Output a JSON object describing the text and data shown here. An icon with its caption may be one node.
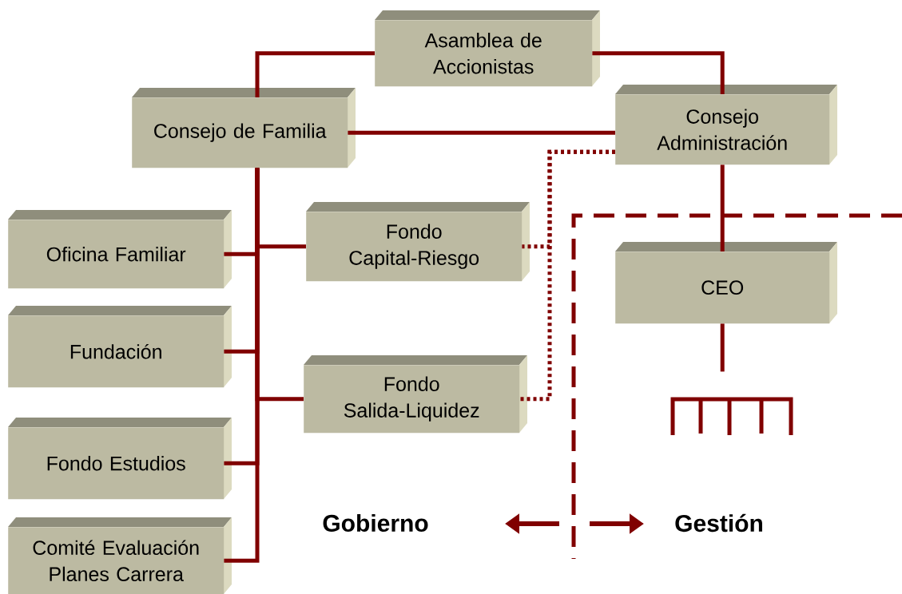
{
  "diagram": {
    "nodes": [
      {
        "text": [
          "Asamblea de Accionistas"
        ]
      },
      {
        "text": [
          "Consejo de Familia"
        ]
      },
      {
        "text": [
          "Consejo Administración"
        ]
      },
      {
        "text": [
          "Oficina Familiar"
        ]
      },
      {
        "text": [
          "Fondo Capital-Riesgo"
        ]
      },
      {
        "text": [
          "Fundación"
        ]
      },
      {
        "text": [
          "Fondo Salida-Liquidez"
        ]
      },
      {
        "text": [
          "Fondo Estudios"
        ]
      },
      {
        "text": [
          "Comité Evaluación Planes Carrera"
        ]
      },
      {
        "text": [
          "CEO"
        ]
      }
    ],
    "edges": [
      {
        "from": 0,
        "to": 1,
        "arrow": "none"
      },
      {
        "from": 0,
        "to": 2,
        "arrow": "none"
      },
      {
        "from": 1,
        "to": 2,
        "arrow": "none"
      },
      {
        "from": 1,
        "to": 3,
        "arrow": "none"
      },
      {
        "from": 1,
        "to": 4,
        "arrow": "none"
      },
      {
        "from": 1,
        "to": 5,
        "arrow": "none"
      },
      {
        "from": 1,
        "to": 6,
        "arrow": "none"
      },
      {
        "from": 1,
        "to": 7,
        "arrow": "none"
      },
      {
        "from": 1,
        "to": 8,
        "arrow": "none"
      },
      {
        "from": 2,
        "to": 4,
        "arrow": "none",
        "style": "dashed"
      },
      {
        "from": 2,
        "to": 6,
        "arrow": "none",
        "style": "dashed"
      },
      {
        "from": 2,
        "to": 9,
        "arrow": "none"
      },
      {
        "from": 9,
        "to": null,
        "arrow": "none"
      }
    ],
    "labels": [
      "Gobierno",
      "Gestión"
    ]
  }
}
